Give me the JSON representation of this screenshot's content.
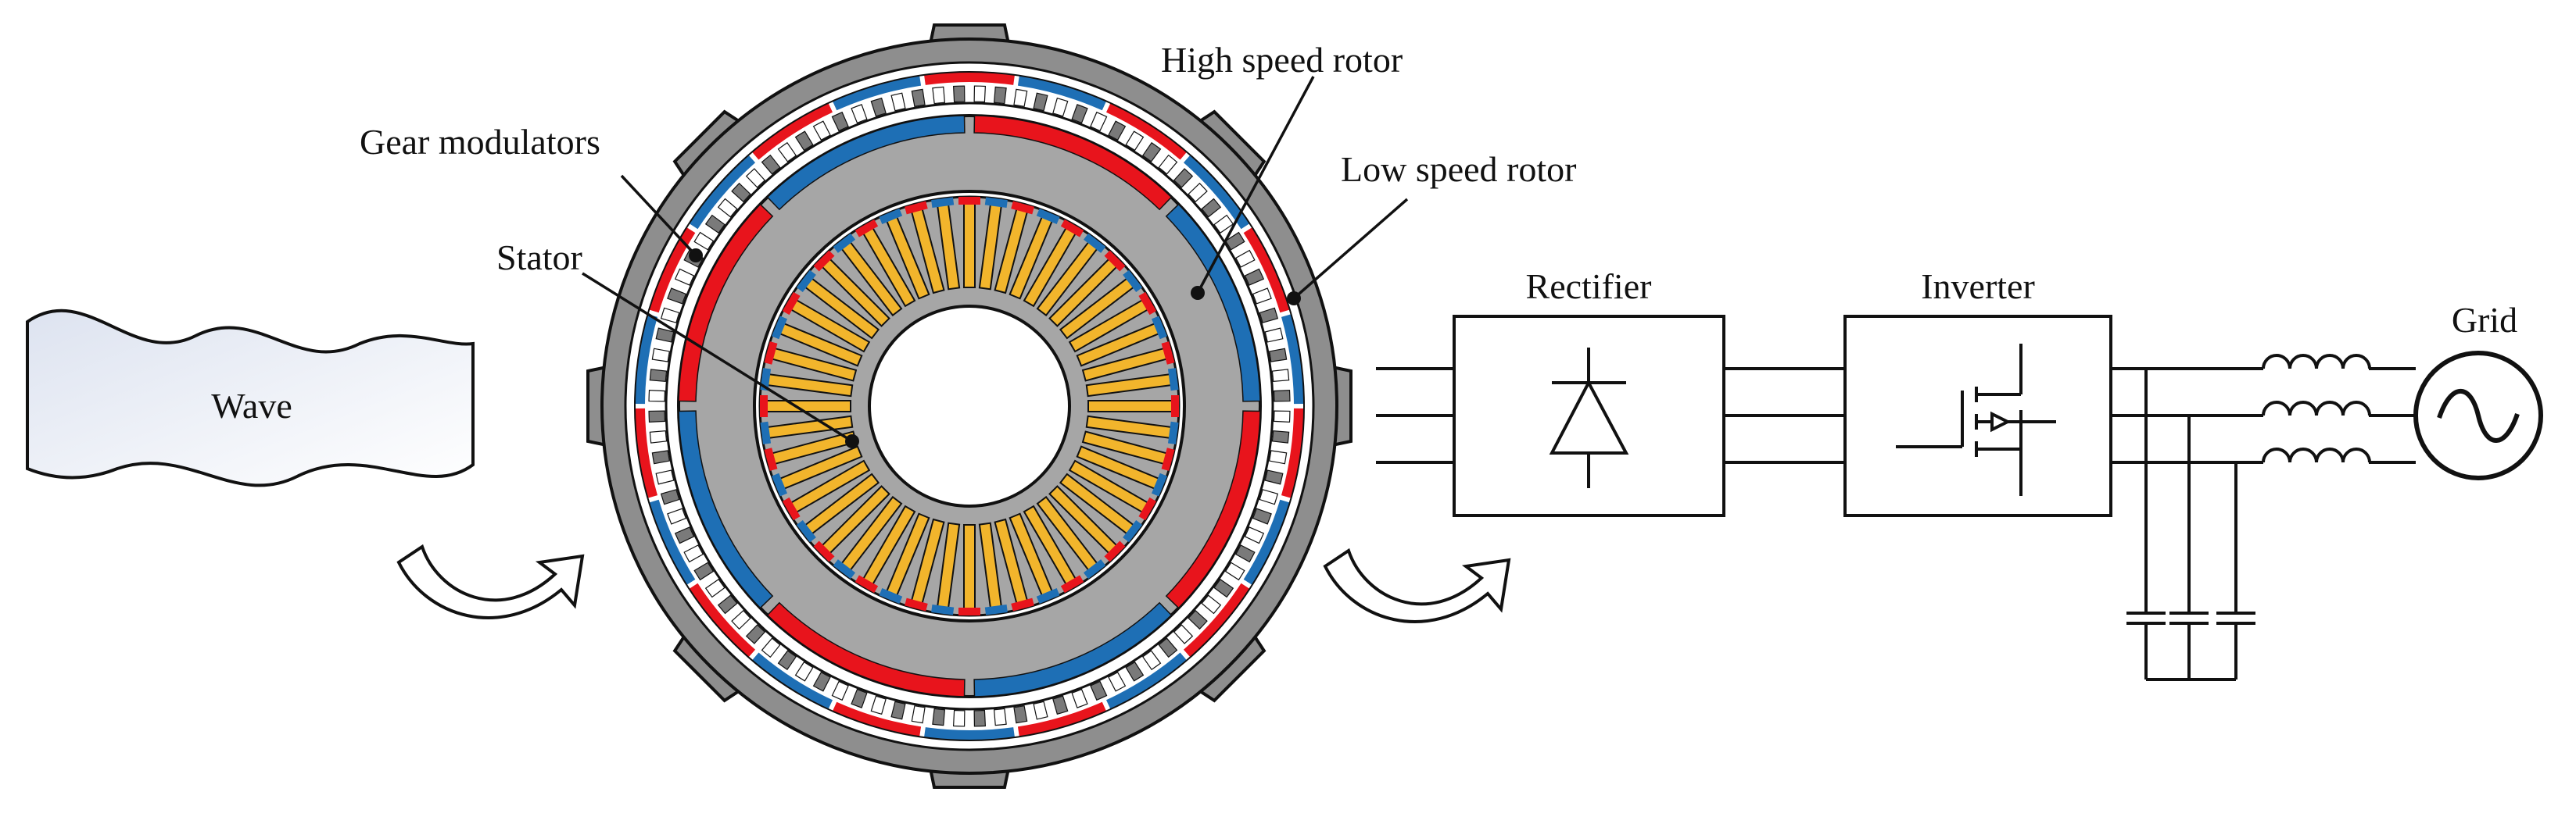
{
  "labels": {
    "wave": "Wave",
    "stator": "Stator",
    "gear_modulators": "Gear modulators",
    "high_speed_rotor": "High speed rotor",
    "low_speed_rotor": "Low speed rotor",
    "rectifier": "Rectifier",
    "inverter": "Inverter",
    "grid": "Grid"
  },
  "colors": {
    "housing": "#8e8e8e",
    "core": "#a6a6a6",
    "magnet_red": "#e8141c",
    "magnet_blue": "#1e6fb5",
    "coil": "#f2b52c",
    "line": "#111111",
    "wave_fill": "#eef1f8"
  },
  "icons": {
    "flow_arrow_in": "curved-arrow-icon",
    "flow_arrow_out": "curved-arrow-icon",
    "rectifier_symbol": "diode-icon",
    "inverter_symbol": "mosfet-icon",
    "grid_symbol": "ac-source-icon"
  }
}
